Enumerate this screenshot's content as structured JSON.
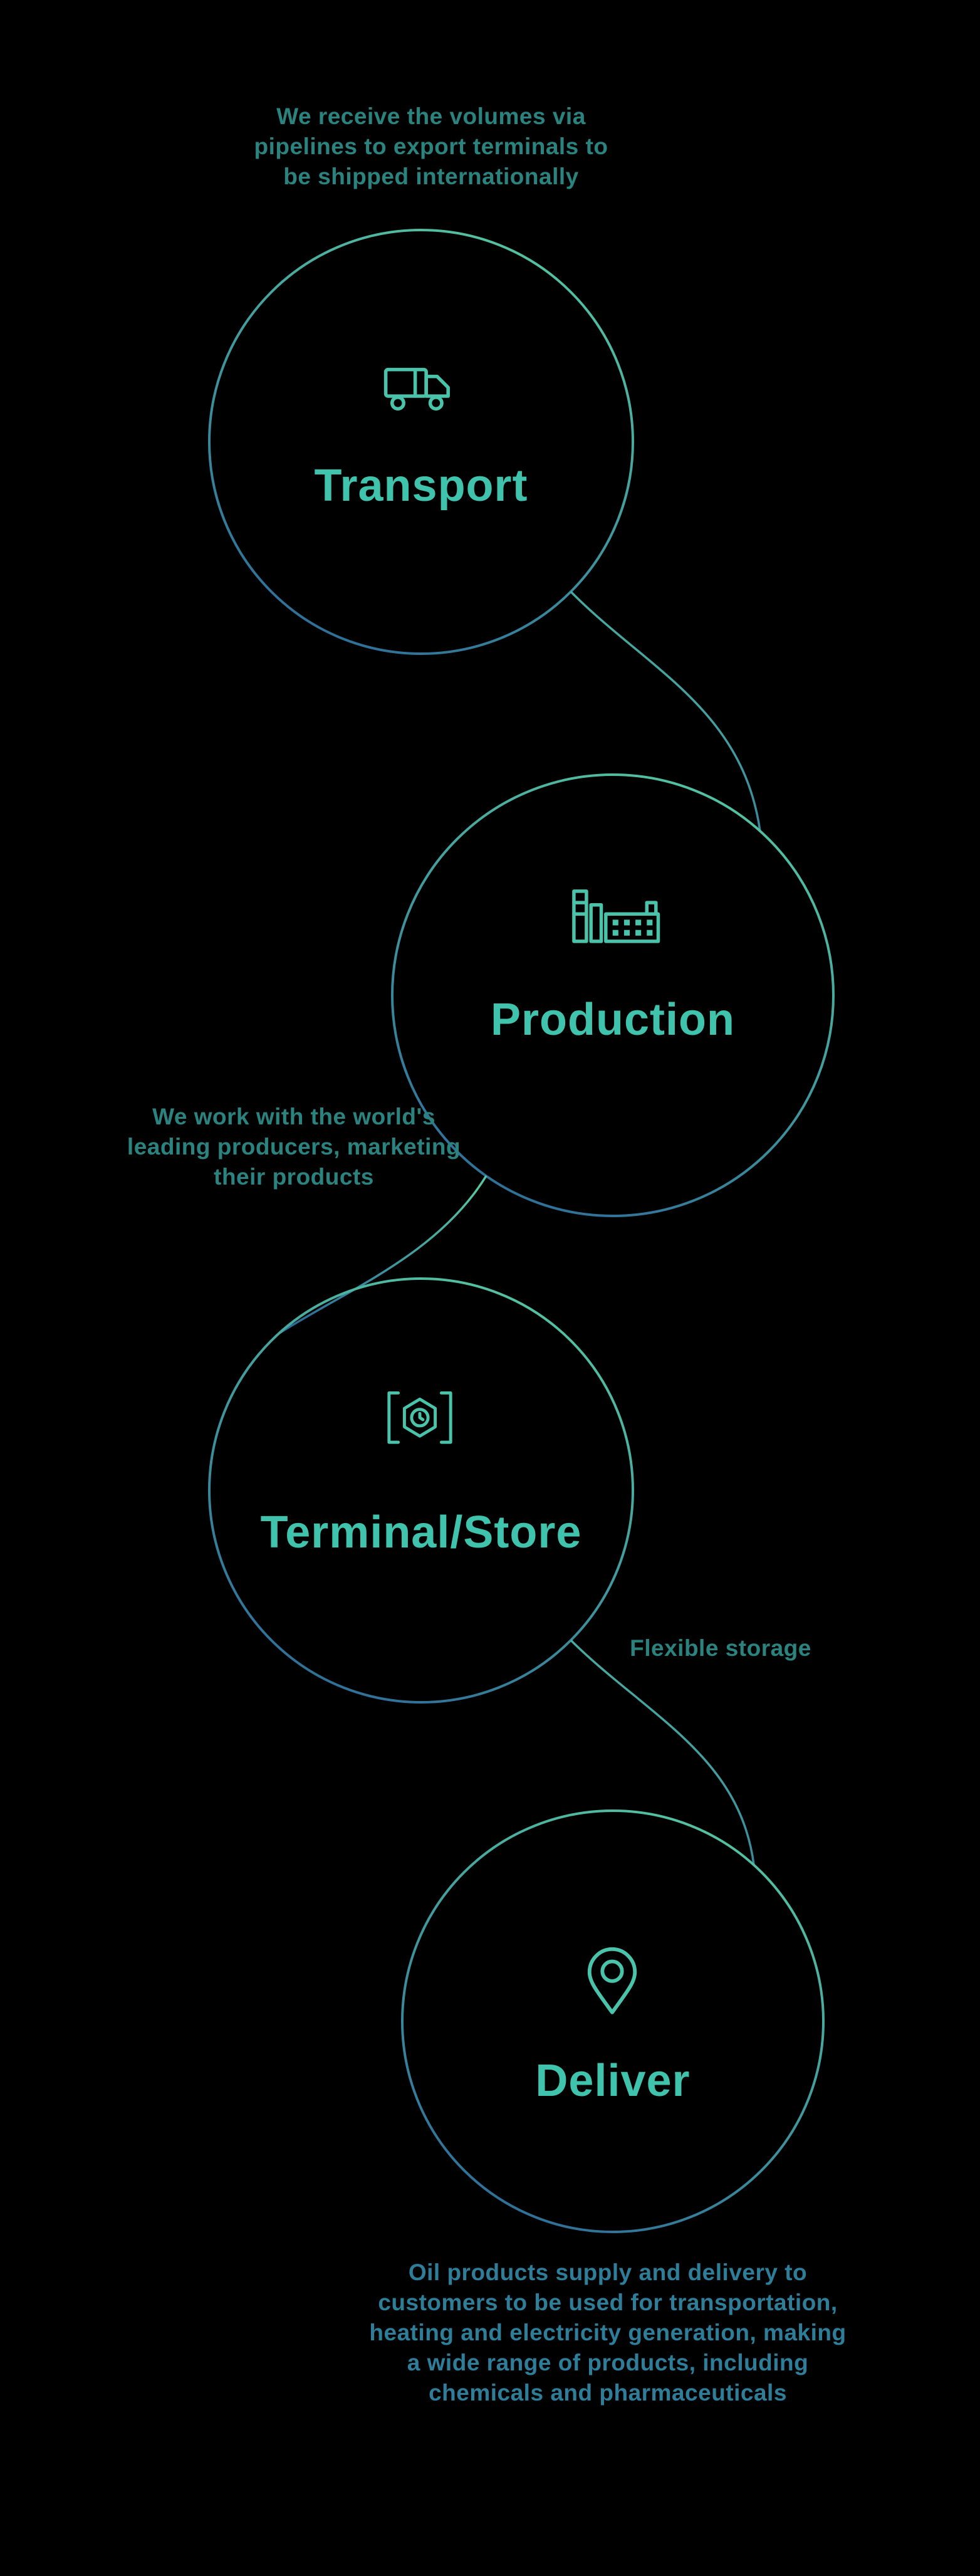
{
  "colors": {
    "background": "#000000",
    "grad_start": "#55C5A2",
    "grad_end": "#2E6C98",
    "label": "#3FC3AD",
    "icon": "#49C3AA",
    "caption": "#2B837F",
    "caption_alt": "#2E7D99"
  },
  "steps": [
    {
      "id": "transport",
      "label": "Transport",
      "icon": "truck-icon",
      "caption": "We receive the volumes via\npipelines to export terminals to\nbe shipped internationally"
    },
    {
      "id": "production",
      "label": "Production",
      "icon": "factory-icon",
      "caption": "We work with the world's\nleading producers, marketing\ntheir products"
    },
    {
      "id": "terminal-store",
      "label": "Terminal/Store",
      "icon": "warehouse-icon",
      "caption": "Flexible storage"
    },
    {
      "id": "deliver",
      "label": "Deliver",
      "icon": "location-pin-icon",
      "caption": "Oil products supply and delivery to\ncustomers to be used for transportation,\nheating and electricity generation, making\na wide range of products, including\nchemicals and pharmaceuticals"
    }
  ]
}
